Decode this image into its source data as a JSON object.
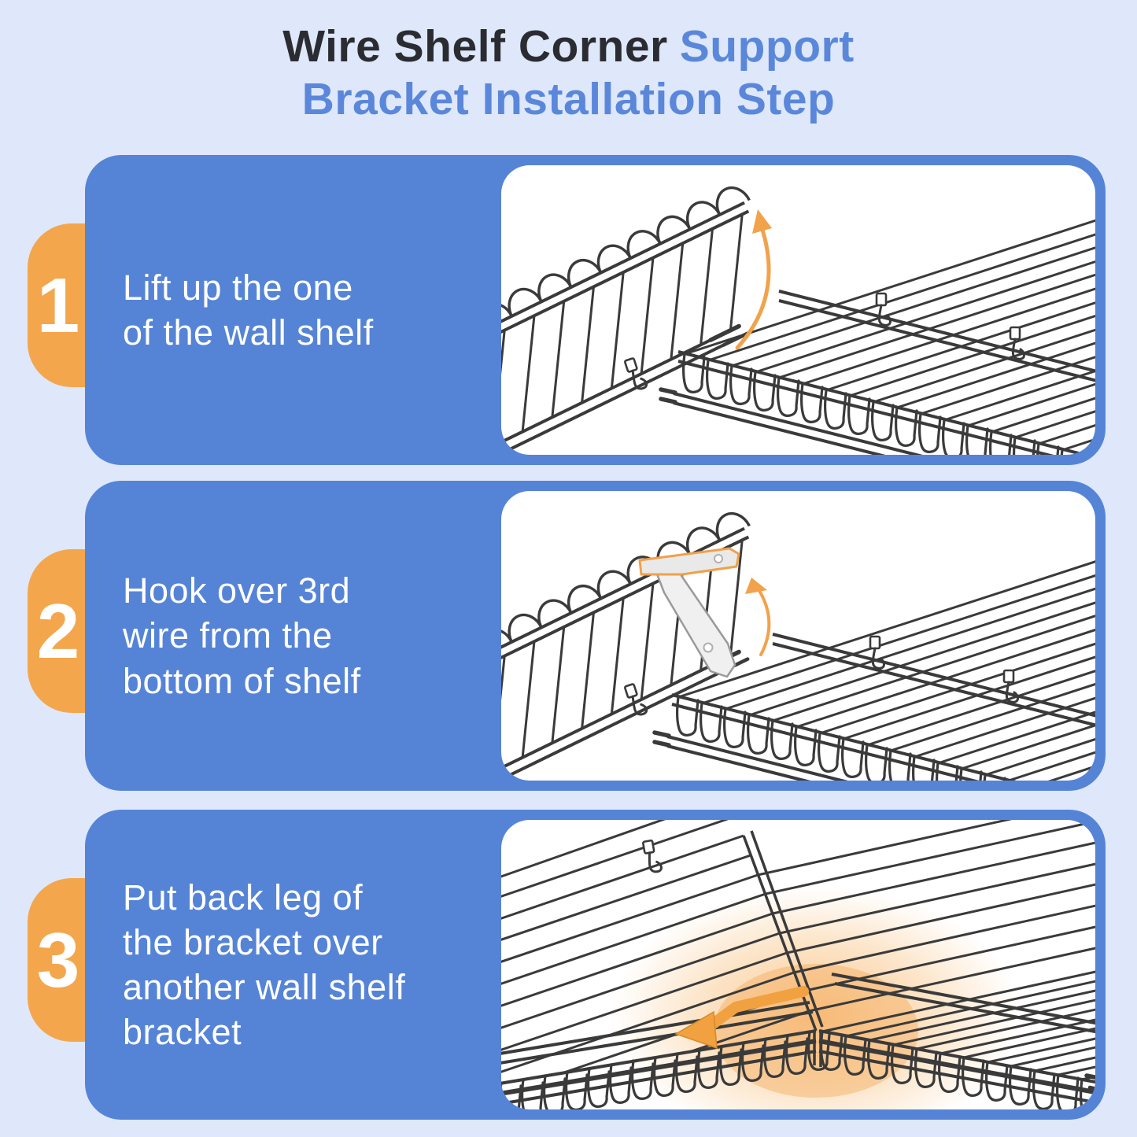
{
  "title": {
    "line1_dark": "Wire Shelf Corner",
    "line1_blue": "Support",
    "line2": "Bracket Installation Step"
  },
  "steps": [
    {
      "number": "1",
      "text": "Lift up the one\nof the wall shelf"
    },
    {
      "number": "2",
      "text": "Hook over 3rd\nwire from the\nbottom of shelf"
    },
    {
      "number": "3",
      "text": "Put back leg of\nthe bracket over\nanother wall shelf\nbracket"
    }
  ],
  "illustrations": [
    {
      "name": "lift-up-shelf",
      "elements": [
        "tilted-wire-shelf",
        "curved-up-arrow",
        "flat-wire-shelf",
        "wall-clips"
      ]
    },
    {
      "name": "hook-bracket-on-third-wire",
      "elements": [
        "tilted-wire-shelf",
        "support-bracket",
        "curved-up-arrow",
        "flat-wire-shelf"
      ]
    },
    {
      "name": "corner-bracket-placement",
      "elements": [
        "corner-joined-wire-shelves",
        "orange-bracket-arrow",
        "highlight-glow"
      ]
    }
  ],
  "colors": {
    "background": "#dee8fa",
    "panel_blue": "#5584d7",
    "badge_orange": "#f4a64d",
    "title_dark": "#2b2c31",
    "title_blue": "#5b87db",
    "step_text": "#ffffff",
    "highlight_orange": "#f2a24b",
    "line_art": "#3a3a3a"
  }
}
